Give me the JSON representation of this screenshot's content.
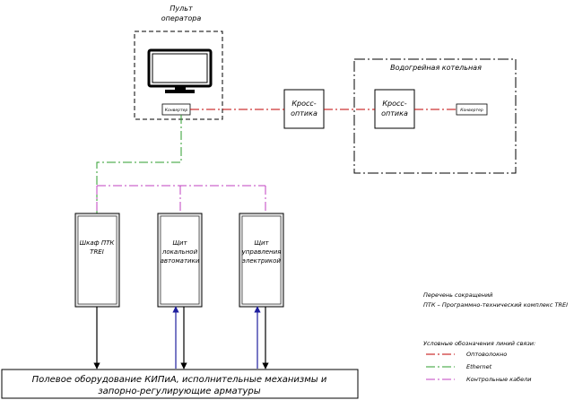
{
  "operator_station": {
    "title_line1": "Пульт",
    "title_line2": "оператора",
    "converter": "Конвертер"
  },
  "cross_optics_left": {
    "line1": "Кросс-",
    "line2": "оптика"
  },
  "boiler_house": {
    "title": "Водогрейная котельная",
    "cross_optics": {
      "line1": "Кросс-",
      "line2": "оптика"
    },
    "converter": "Конвертер"
  },
  "cabinets": [
    {
      "lines": [
        "Шкаф ПТК",
        "TREI"
      ]
    },
    {
      "lines": [
        "Щит",
        "локальной",
        "автоматики"
      ]
    },
    {
      "lines": [
        "Щит",
        "управления",
        "электрикой"
      ]
    }
  ],
  "field_equipment": {
    "line1": "Полевое оборудование КИПиА, исполнительные механизмы и",
    "line2": "запорно-регулирующие арматуры"
  },
  "abbreviations": {
    "title": "Перечень сокращений",
    "items": [
      "ПТК – Программно-технический комплекс TREI"
    ]
  },
  "legend": {
    "title": "Условные обозначения линий связи:",
    "items": [
      {
        "label": "Оптоволокно",
        "color": "#c00000"
      },
      {
        "label": "Ethernet",
        "color": "#2e9e2e"
      },
      {
        "label": "Контрольные кабели",
        "color": "#c040c0"
      }
    ]
  },
  "colors": {
    "fiber": "#c00000",
    "ethernet": "#2e9e2e",
    "control": "#c040c0",
    "arrow_blue": "#1f1f9e",
    "cabinet_bg": "#e9e9e9"
  }
}
